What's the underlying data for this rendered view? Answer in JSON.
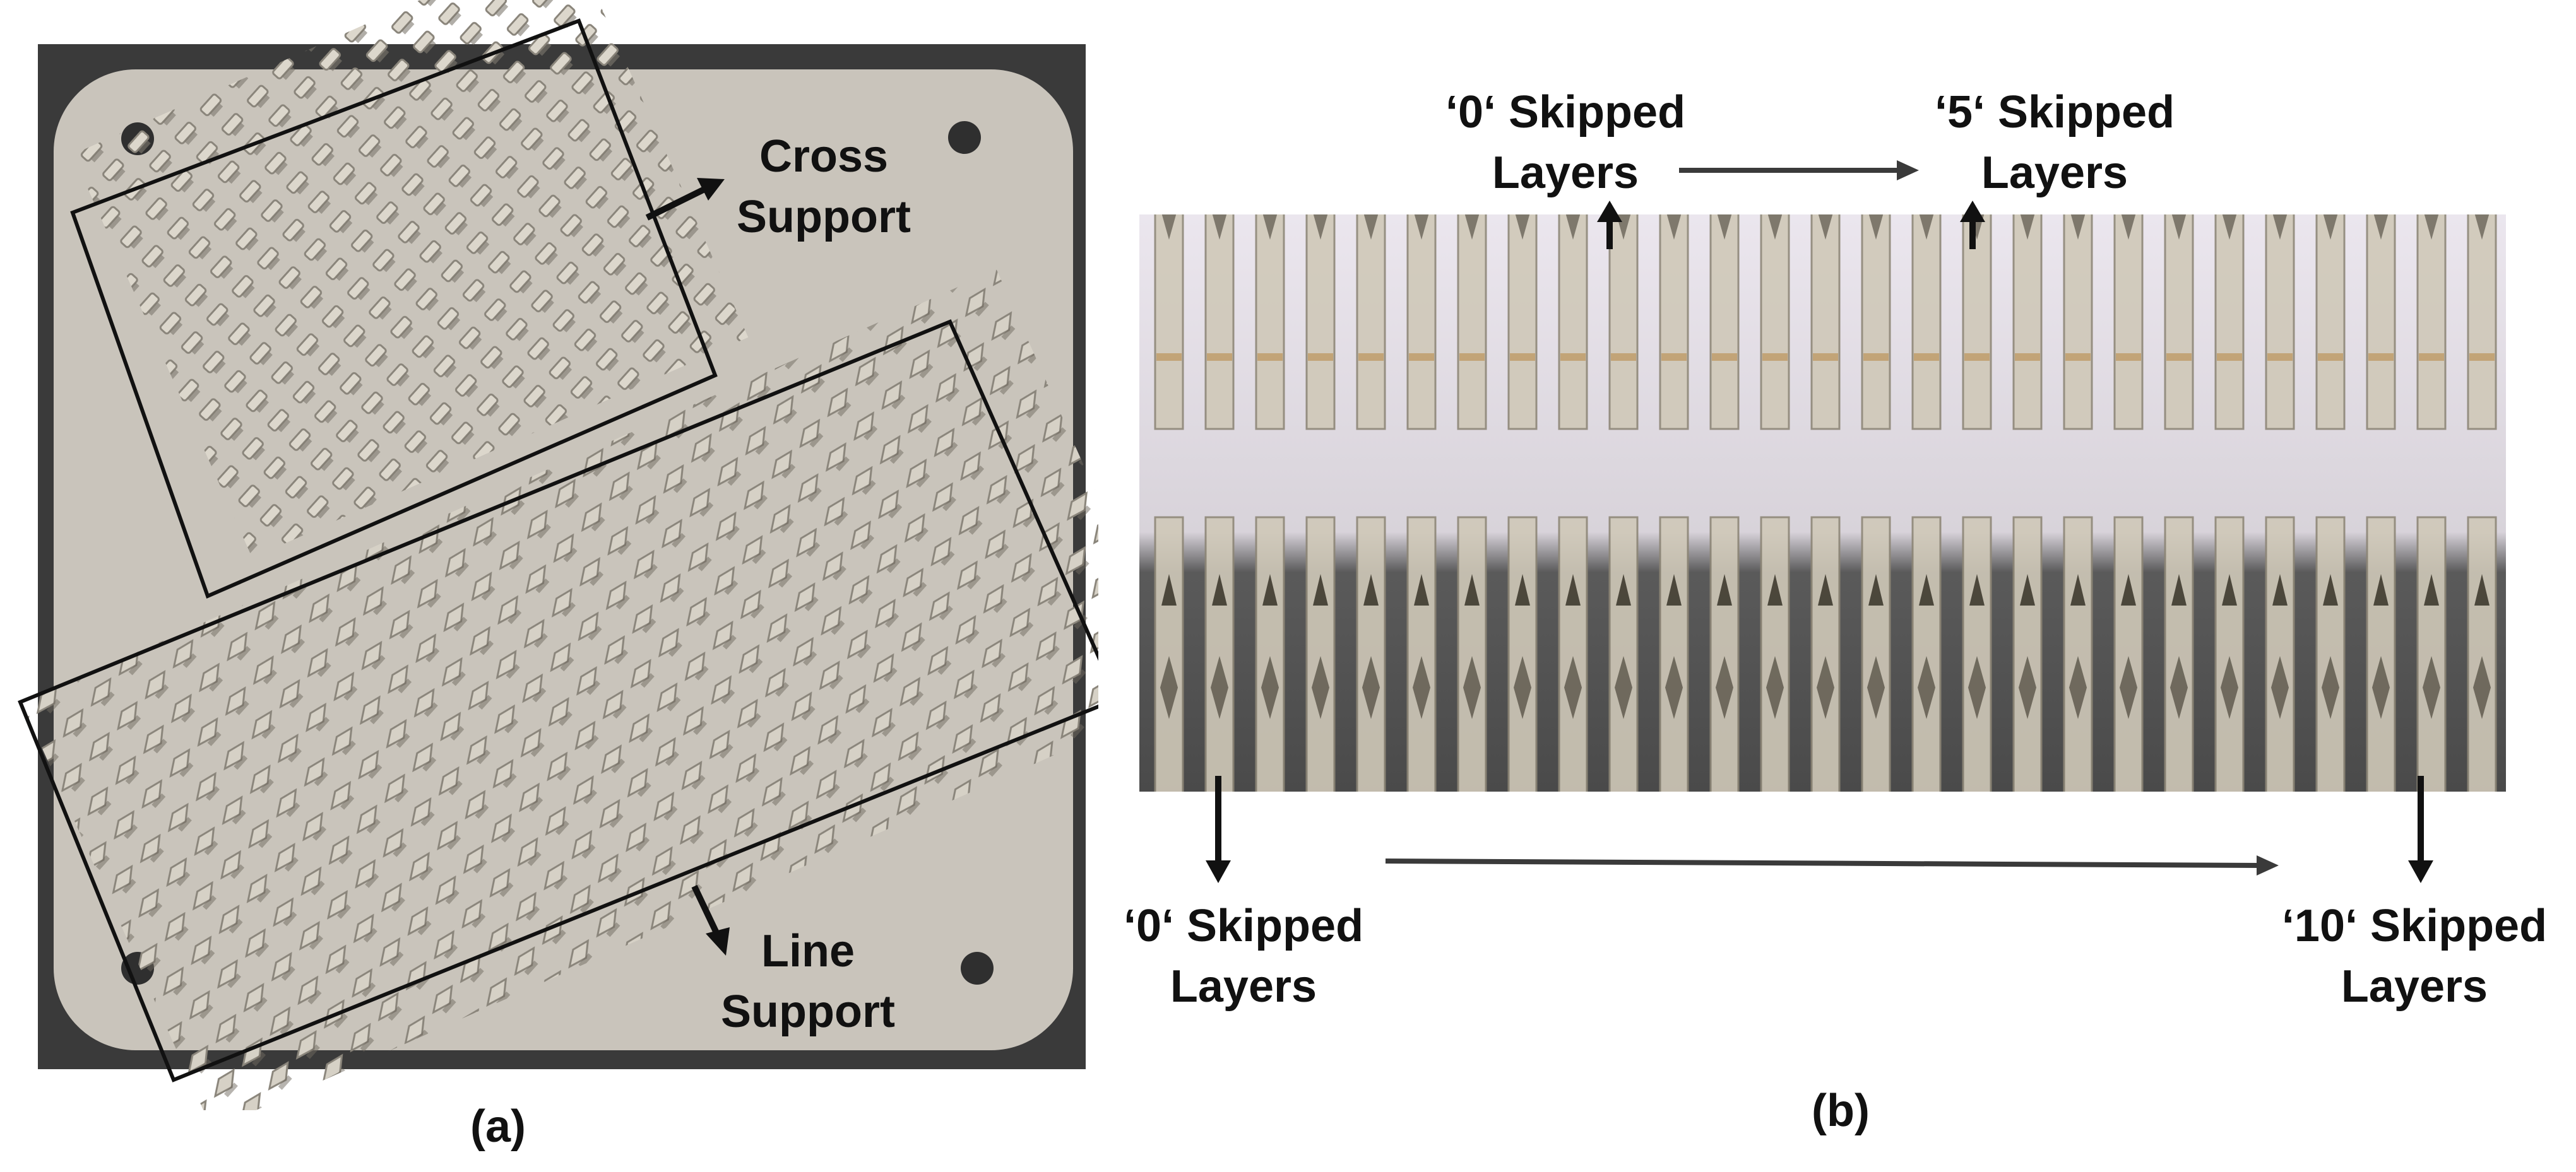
{
  "panel_a": {
    "label_cross": [
      "Cross",
      "Support"
    ],
    "label_line": [
      "Line",
      "Support"
    ],
    "caption": "(a)"
  },
  "panel_b": {
    "label_top_left": [
      "‘0‘ Skipped",
      "Layers"
    ],
    "label_top_right": [
      "‘5‘ Skipped",
      "Layers"
    ],
    "label_bottom_left": [
      "‘0‘ Skipped",
      "Layers"
    ],
    "label_bottom_right": [
      "‘10‘ Skipped",
      "Layers"
    ],
    "caption": "(b)"
  },
  "colors": {
    "plate": "#c9c4bb",
    "plate_dark": "#3a3a3a",
    "part": "#a8a296",
    "part_light": "#dcd7cc",
    "backdrop": "#ebe6ee",
    "floor": "#5a5a5a",
    "ink": "#111111"
  }
}
